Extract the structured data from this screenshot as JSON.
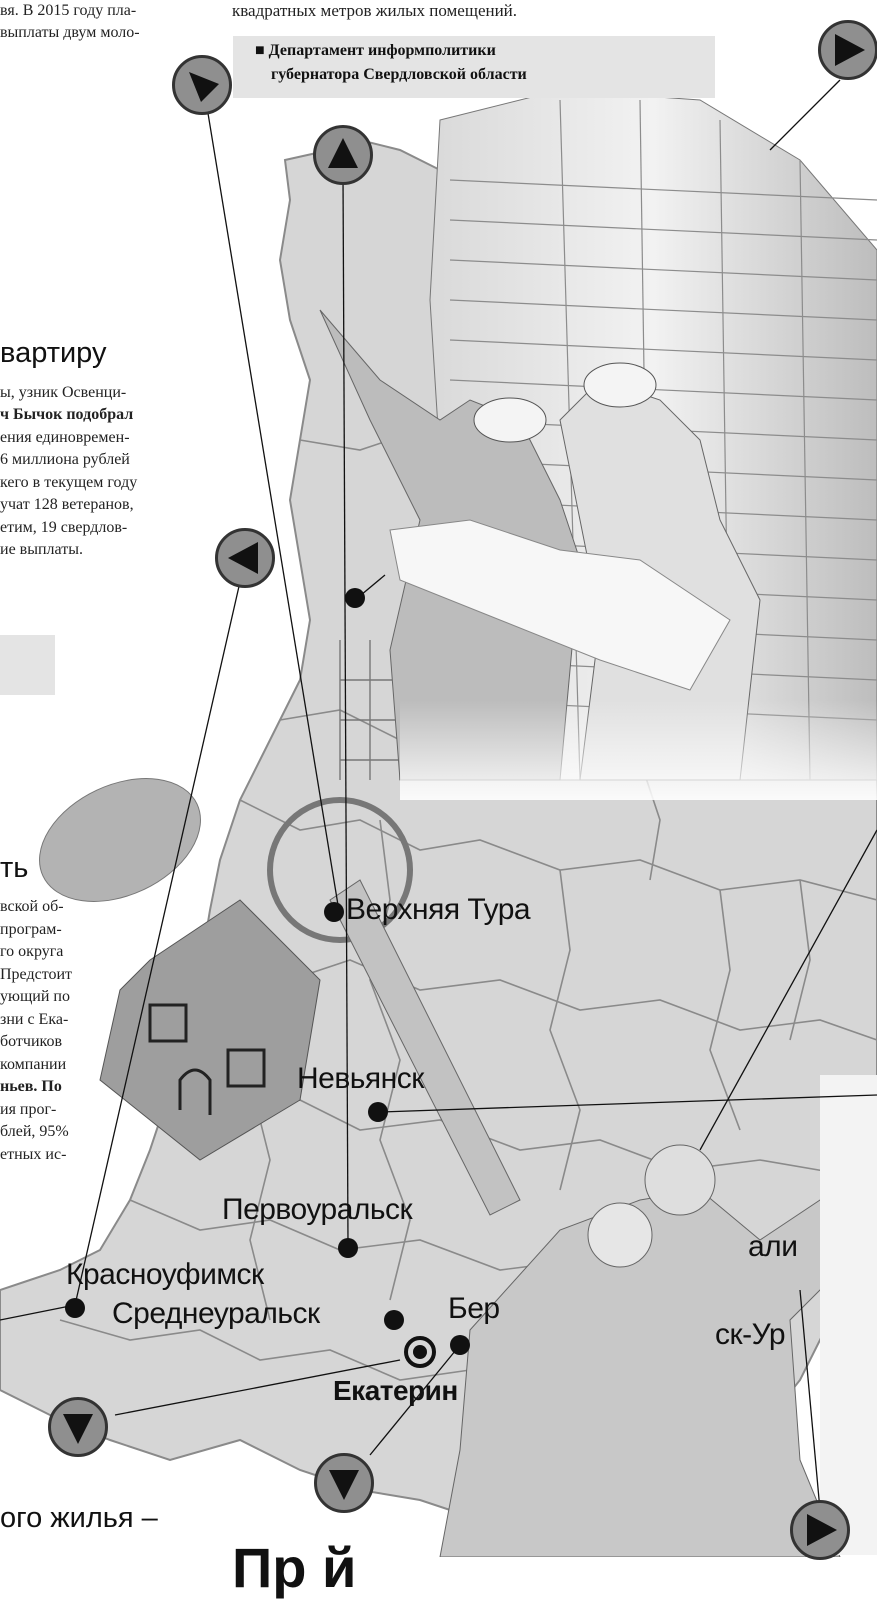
{
  "top_text": {
    "left_line1": "вя. В 2015 году пла-",
    "left_line2": "выплаты двум моло-",
    "right_line": "квадратных метров жилых помещений."
  },
  "department": {
    "line1": "Департамент информполитики",
    "line2": "губернатора Свердловской области"
  },
  "article_apartment": {
    "heading": "вартиру",
    "lines": [
      "ы, узник Освенци-",
      "ч Бычок подобрал",
      "ения единовремен-",
      "6 миллиона рублей",
      "кего в текущем году",
      "учат 128 ветеранов,",
      "етим, 19 свердлов-",
      "ие выплаты."
    ]
  },
  "article_program": {
    "heading": "ть",
    "lines": [
      "вской об-",
      "програм-",
      "го округа",
      "Предстоит",
      "ующий по",
      "зни с Ека-",
      "ботчиков",
      "компании",
      "ньев. По",
      "ия прог-",
      "блей, 95%",
      "етных ис-"
    ]
  },
  "bottom_heading": "ого жилья –",
  "bottom_big": "Пр  й",
  "cities": {
    "verkhnyaya_tura": "Верхняя Тура",
    "nevyansk": "Невьянск",
    "pervouralsk": "Первоуральск",
    "krasnoufimsk": "Красноуфимск",
    "sredneuralsk": "Среднеуральск",
    "ber": "Бер",
    "ekaterinburg": "Екатерин",
    "kali": "али",
    "sk_ur": "ск-Ур"
  },
  "colors": {
    "map_fill": "#d6d6d6",
    "map_border": "#8a8a8a",
    "panel_gray": "#e4e4e4",
    "button_fill": "#8f8f8f"
  }
}
